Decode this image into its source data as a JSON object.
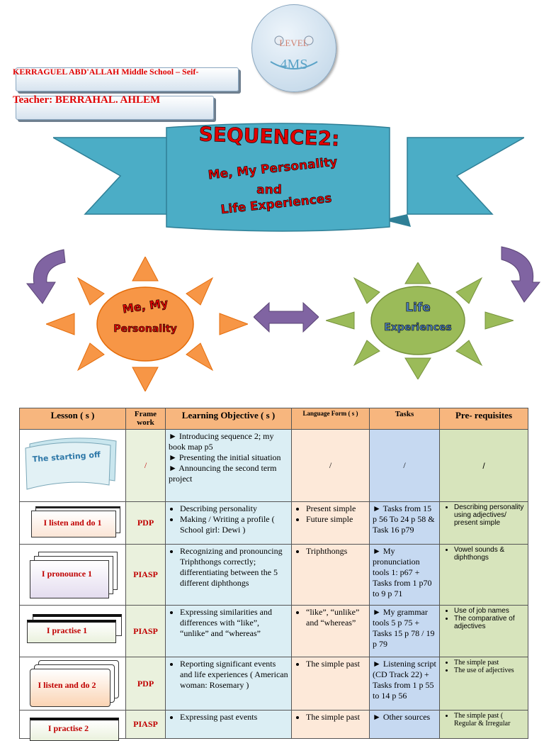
{
  "header": {
    "school": "KERRAGUEL ABD'ALLAH Middle School – Seif-",
    "teacher": "Teacher: BERRAHAL. AHLEM",
    "logo_top": "LEVEL",
    "logo_bottom": "4MS"
  },
  "banner": {
    "line1": "SEQUENCE2:",
    "line2": "Me, My Personality",
    "line3": "and",
    "line4": "Life Experiences"
  },
  "suns": {
    "left_line1": "Me, My",
    "left_line2": "Personality",
    "right_line1": "Life",
    "right_line2": "Experiences"
  },
  "colors": {
    "banner": "#4badc6",
    "sun_left": "#f79646",
    "sun_right": "#9bbb59",
    "arrow": "#8064a2"
  },
  "table": {
    "headers": [
      "Lesson ( s )",
      "Frame work",
      "Learning Objective ( s )",
      "Language Form ( s )",
      "Tasks",
      "Pre- requisites"
    ],
    "rows": [
      {
        "lesson": "The starting off",
        "frame": "/",
        "objective": [
          "► Introducing sequence 2; my book map p5",
          "► Presenting the initial situation",
          "► Announcing the second term project"
        ],
        "language": "/",
        "tasks": "/",
        "prereq": [
          "/"
        ]
      },
      {
        "lesson": "I listen and do 1",
        "frame": "PDP",
        "objective": [
          "Describing personality",
          "Making / Writing a profile ( School girl: Dewi )"
        ],
        "language": [
          "Present simple",
          "Future simple"
        ],
        "tasks": "► Tasks from 15 p 56 To 24 p 58 & Task 16 p79",
        "prereq": [
          "Describing personality using adjectives/ present simple"
        ]
      },
      {
        "lesson": "I pronounce 1",
        "frame": "PIASP",
        "objective": [
          "Recognizing and pronouncing Triphthongs correctly; differentiating between the 5 different diphthongs"
        ],
        "language": [
          "Triphthongs"
        ],
        "tasks": "► My pronunciation tools 1: p67 + Tasks from 1 p70 to 9 p 71",
        "prereq": [
          "Vowel sounds & diphthongs"
        ]
      },
      {
        "lesson": "I practise 1",
        "frame": "PIASP",
        "objective": [
          "Expressing similarities and differences with “like”, “unlike” and “whereas”"
        ],
        "language": [
          "“like”, “unlike” and “whereas”"
        ],
        "tasks": "► My grammar tools 5 p 75 + Tasks 15 p 78 / 19 p 79",
        "prereq": [
          "Use of job names",
          "The comparative of adjectives"
        ]
      },
      {
        "lesson": "I listen and do 2",
        "frame": "PDP",
        "objective": [
          "Reporting significant events and life experiences ( American woman: Rosemary )"
        ],
        "language": [
          "The simple past"
        ],
        "tasks": "► Listening script (CD Track 22) + Tasks from 1 p 55 to 14 p 56",
        "prereq": [
          "The simple past",
          "The use of adjectives"
        ]
      },
      {
        "lesson": "I practise 2",
        "frame": "PIASP",
        "objective": [
          "Expressing past events"
        ],
        "language": [
          "The simple past"
        ],
        "tasks": "► Other sources",
        "prereq": [
          "The simple past ( Regular & Irregular"
        ]
      }
    ]
  }
}
